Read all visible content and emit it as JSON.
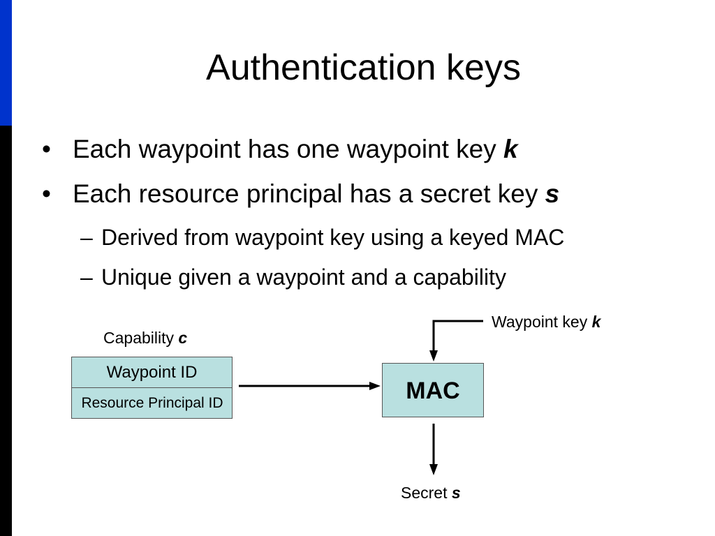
{
  "slide": {
    "title": "Authentication keys",
    "bullets": [
      {
        "marker": "•",
        "text": "Each waypoint has one waypoint key ",
        "var": "k"
      },
      {
        "marker": "•",
        "text": "Each resource principal has a secret key ",
        "var": "s"
      }
    ],
    "sub_bullets": [
      {
        "marker": "–",
        "text": "Derived from waypoint key using a keyed MAC"
      },
      {
        "marker": "–",
        "text": "Unique given a waypoint and a capability"
      }
    ]
  },
  "diagram": {
    "capability_label": "Capability ",
    "capability_var": "c",
    "capability_rows": [
      "Waypoint ID",
      "Resource Principal ID"
    ],
    "mac_label": "MAC",
    "waypoint_key_label": "Waypoint key ",
    "waypoint_key_var": "k",
    "secret_label": "Secret ",
    "secret_var": "s",
    "box_fill": "#b9e0e0"
  },
  "theme": {
    "accent_blue": "#0033cc",
    "accent_black": "#000000"
  }
}
